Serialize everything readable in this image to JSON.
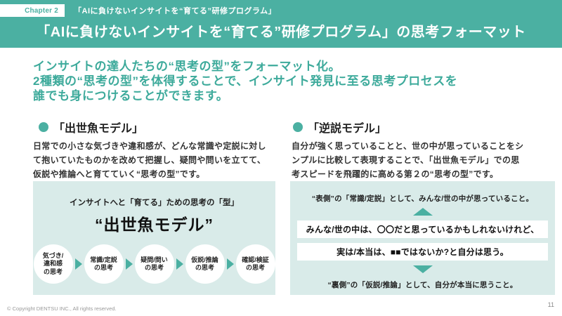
{
  "header": {
    "chapter_badge": "Chapter 2",
    "program_label": "「AIに負けないインサイトを“育てる”研修プログラム」",
    "title": "「AIに負けないインサイトを“育てる”研修プログラム」の思考フォーマット"
  },
  "lead": "インサイトの達人たちの“思考の型”をフォーマット化。\n2種類の“思考の型”を体得することで、インサイト発見に至る思考プロセスを\n誰でも身につけることができます。",
  "left_section": {
    "heading": "「出世魚モデル」",
    "description": "日常での小さな気づきや違和感が、どんな常識や定説に対し\nて抱いていたものかを改めて把握し、疑問や問いを立てて、\n仮説や推論へと育てていく“思考の型”です。",
    "panel": {
      "caption": "インサイトへと「育てる」ための思考の「型」",
      "model_name": "“出世魚モデル”",
      "steps": [
        "気づき/\n違和感\nの思考",
        "常識/定説\nの思考",
        "疑問/問い\nの思考",
        "仮説/推論\nの思考",
        "確認/検証\nの思考"
      ]
    }
  },
  "right_section": {
    "heading": "「逆説モデル」",
    "description": "自分が強く思っていることと、世の中が思っていることをシ\nンプルに比較して表現することで、「出世魚モデル」での思\n考スピードを飛躍的に高める第２の“思考の型”です。",
    "panel": {
      "top_label": "“表側”の「常識/定説」として、みんな/世の中が思っていること。",
      "bar1": "みんな/世の中は、〇〇だと思っているかもしれないけれど、",
      "bar2": "実は/本当は、■■ではないか?と自分は思う。",
      "bottom_label": "“裏側”の「仮説/推論」として、自分が本当に思うこと。"
    }
  },
  "footer": {
    "copyright": "© Copyright DENTSU INC., All rights reserved.",
    "page_number": "11"
  },
  "colors": {
    "accent": "#4bb0a2",
    "accent_text": "#3daa9b",
    "panel_bg": "#d9ebe9"
  }
}
